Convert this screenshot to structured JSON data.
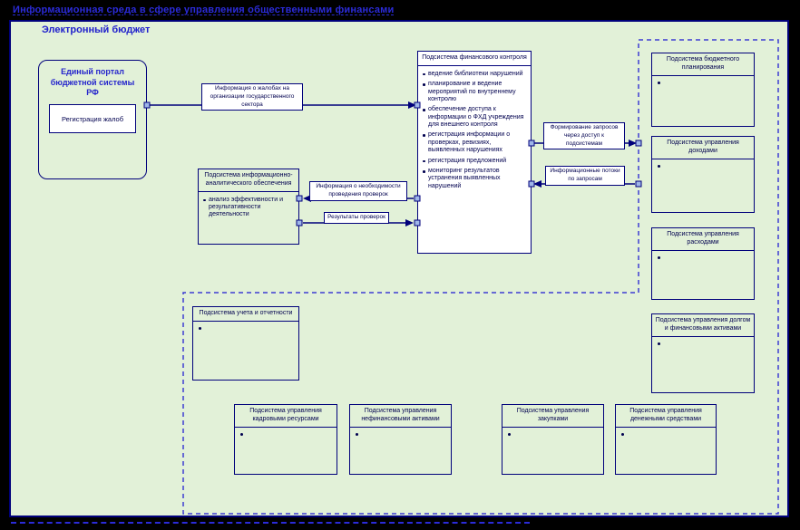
{
  "page": {
    "title": "Информационная среда в сфере управления общественными финансами",
    "system_label": "Электронный бюджет"
  },
  "portal": {
    "title": "Единый портал бюджетной системы РФ",
    "item": "Регистрация жалоб"
  },
  "boxes": {
    "financial_control": {
      "title": "Подсистема финансового контроля",
      "items": [
        "ведение библиотеки нарушений",
        "планирование и ведение мероприятий по внутреннему контролю",
        "обеспечение доступа к информации о ФХД учреждения для внешнего контроля",
        "регистрация информации о проверках, ревизиях, выявленных нарушениях",
        "регистрация предложений",
        "мониторинг результатов устранения выявленных нарушений"
      ]
    },
    "info_analytical": {
      "title": "Подсистема информационно-аналитического обеспечения",
      "items": [
        "анализ эффективности и результативности деятельности"
      ]
    },
    "right_column": [
      {
        "title": "Подсистема бюджетного планирования"
      },
      {
        "title": "Подсистема управления доходами"
      },
      {
        "title": "Подсистема управления расходами"
      },
      {
        "title": "Подсистема управления долгом и финансовыми активами"
      }
    ],
    "bottom_row": [
      {
        "title": "Подсистема учета и отчетности"
      },
      {
        "title": "Подсистема управления кадровыми ресурсами"
      },
      {
        "title": "Подсистема управления нефинансовыми активами"
      },
      {
        "title": "Подсистема управления закупками"
      },
      {
        "title": "Подсистема управления денежными средствами"
      }
    ]
  },
  "flows": {
    "complaints": "Информация о жалобах на организации государственного сектора",
    "need_for_checks": "Информация о необходимости проведения проверок",
    "check_results": "Результаты проверок",
    "request_formation": "Формирование запросов через доступ к подсистемам",
    "info_flows": "Информационные потоки по запросам"
  },
  "colors": {
    "background": "#000000",
    "panel_fill": "#E2F1D8",
    "line": "#00007B",
    "heading_text": "#2B2BD9",
    "box_text": "#00004F",
    "dashed_boundary": "#3C3CD2",
    "white_fill": "#FFFFFF",
    "connector_fill": "#9FB6E8"
  }
}
